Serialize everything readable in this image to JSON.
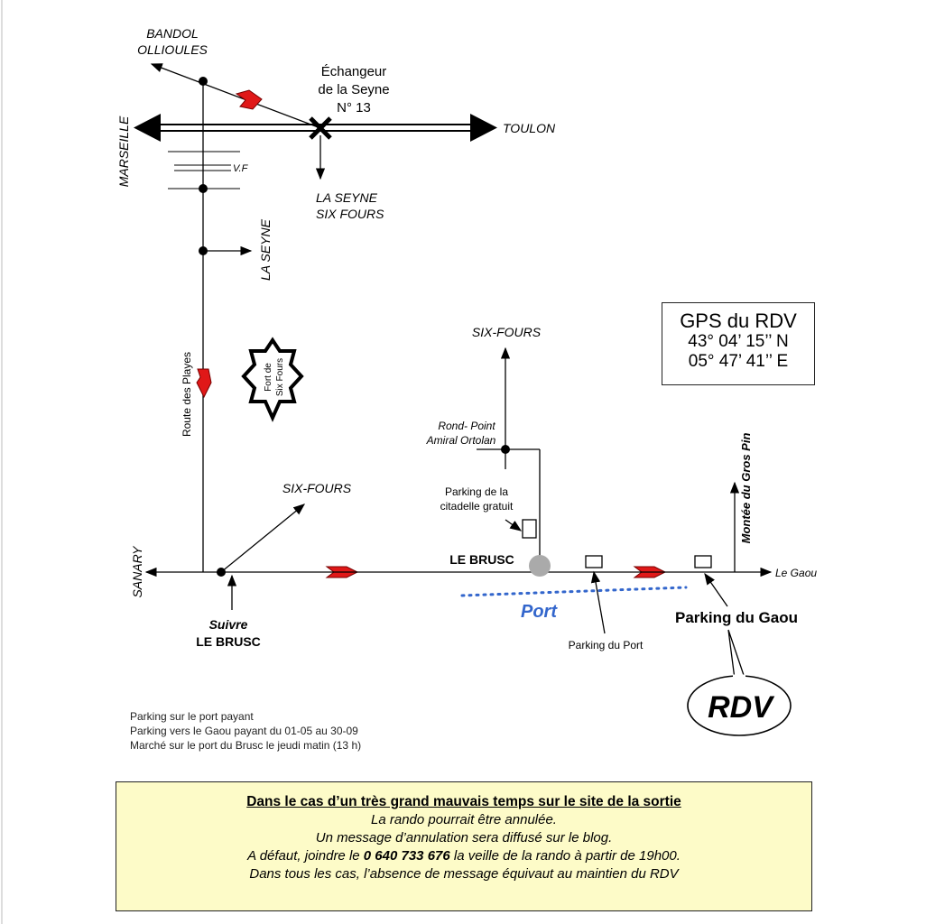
{
  "labels": {
    "bandol": "BANDOL",
    "ollioules": "OLLIOULES",
    "echangeur_line1": "Échangeur",
    "echangeur_line2": "de la Seyne",
    "echangeur_line3": "N° 13",
    "marseille": "MARSEILLE",
    "toulon": "TOULON",
    "vf": "V.F",
    "la_seyne_six_fours_1": "LA SEYNE",
    "la_seyne_six_fours_2": "SIX FOURS",
    "la_seyne": "LA SEYNE",
    "route_des_playes": "Route des Playes",
    "fort_line1": "Fort de",
    "fort_line2": "Six Fours",
    "six_fours_top": "SIX-FOURS",
    "rond_point_1": "Rond- Point",
    "rond_point_2": "Amiral Ortolan",
    "parking_citadelle_1": "Parking de la",
    "parking_citadelle_2": "citadelle gratuit",
    "six_fours_diag": "SIX-FOURS",
    "le_brusc": "LE BRUSC",
    "sanary": "SANARY",
    "montee_gros_pin": "Montée du Gros Pin",
    "le_gaou": "Le Gaou",
    "port": "Port",
    "parking_du_port": "Parking du Port",
    "parking_du_gaou": "Parking du Gaou",
    "suivre": "Suivre",
    "suivre_le_brusc": "LE BRUSC",
    "rdv": "RDV"
  },
  "gps": {
    "title": "GPS du RDV",
    "lat": "43° 04’ 15’’ N",
    "lon": "05° 47’ 41’’ E"
  },
  "notes": {
    "line1": "Parking sur le port payant",
    "line2": "Parking vers le Gaou payant du 01-05 au 30-09",
    "line3": "Marché sur le port du Brusc le jeudi matin (13 h)"
  },
  "notice": {
    "head": "Dans le cas d’un très grand mauvais temps sur le site de la sortie",
    "line1": "La rando pourrait être annulée.",
    "line2": "Un message d’annulation sera diffusé sur le blog.",
    "line3_pre": "A défaut, joindre le ",
    "phone": "0 640 733 676",
    "line3_post": " la veille de la rando à partir de 19h00.",
    "line4": "Dans tous les cas, l’absence de message équivaut au maintien du RDV"
  },
  "colors": {
    "direction_marker": "#e01818",
    "port_dots": "#3366cc",
    "roundabout": "#aaaaaa",
    "notice_bg": "#fdfbc8"
  }
}
